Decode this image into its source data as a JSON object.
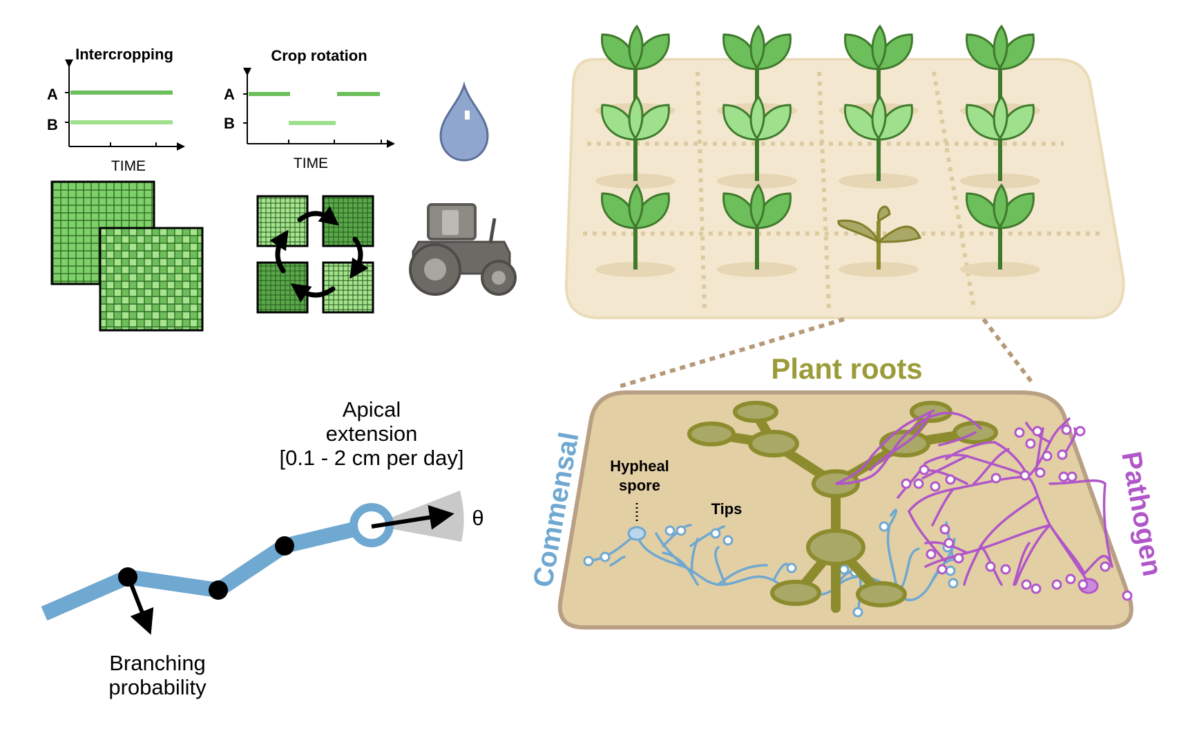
{
  "panels": {
    "intercropping": {
      "title": "Intercropping",
      "y_labels": [
        "A",
        "B"
      ],
      "x_label": "TIME"
    },
    "crop_rotation": {
      "title": "Crop rotation",
      "y_labels": [
        "A",
        "B"
      ],
      "x_label": "TIME"
    }
  },
  "hyphal_model": {
    "apical_extension": [
      "Apical",
      "extension",
      "[0.1 - 2 cm per day]"
    ],
    "angle_symbol": "θ",
    "branching": [
      "Branching",
      "probability"
    ]
  },
  "soil": {
    "title": "Plant roots",
    "commensal_label": "Commensal",
    "pathogen_label": "Pathogen",
    "hypheal_spore": [
      "Hypheal",
      "spore"
    ],
    "tips_label": "Tips"
  },
  "colors": {
    "crop_a": "#6cbf5a",
    "crop_b": "#9ee08c",
    "commensal": "#6fa8d0",
    "pathogen": "#b056c9",
    "roots": "#8c8c2e",
    "field": "#f2e6cc",
    "soil": "#e3cfa4"
  }
}
